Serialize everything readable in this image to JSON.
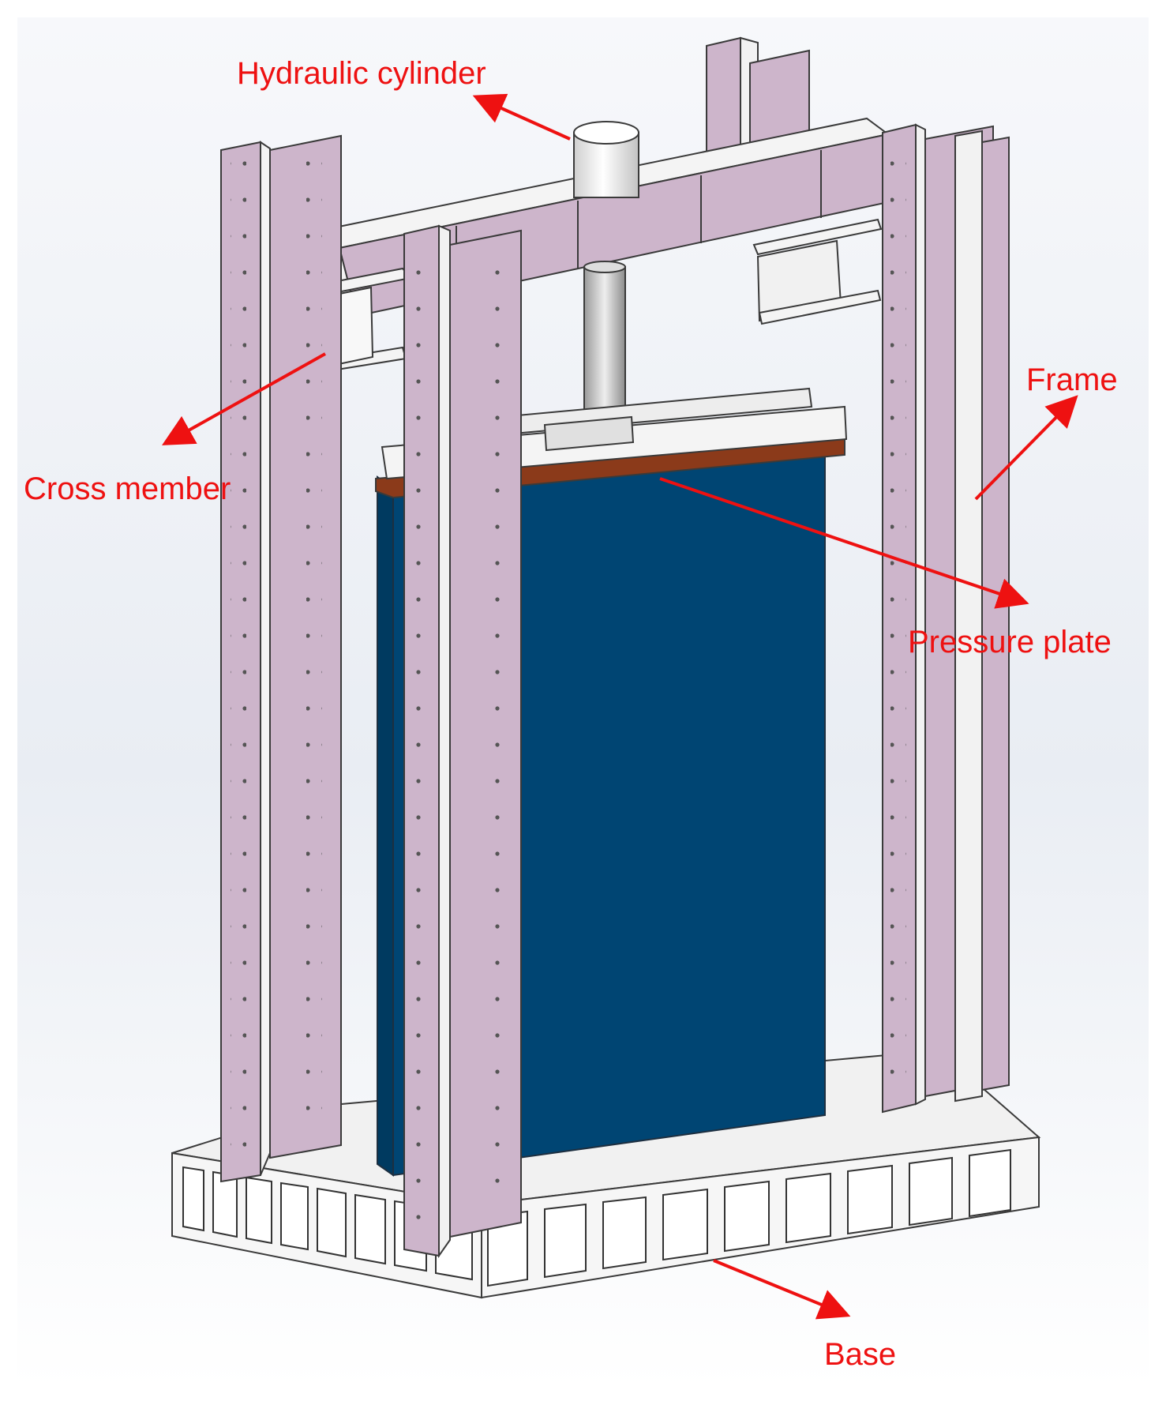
{
  "labels": {
    "hydraulic_cylinder": "Hydraulic cylinder",
    "frame": "Frame",
    "cross_member": "Cross member",
    "pressure_plate": "Pressure plate",
    "base": "Base"
  },
  "colors": {
    "frame": "#cdb5cb",
    "frame_side": "#f2f2f2",
    "specimen": "#004573",
    "pressure_plate": "#8b3a1a",
    "annotation": "#ee1111",
    "structure_white": "#f4f4f4",
    "edge": "#3a3a3a"
  }
}
